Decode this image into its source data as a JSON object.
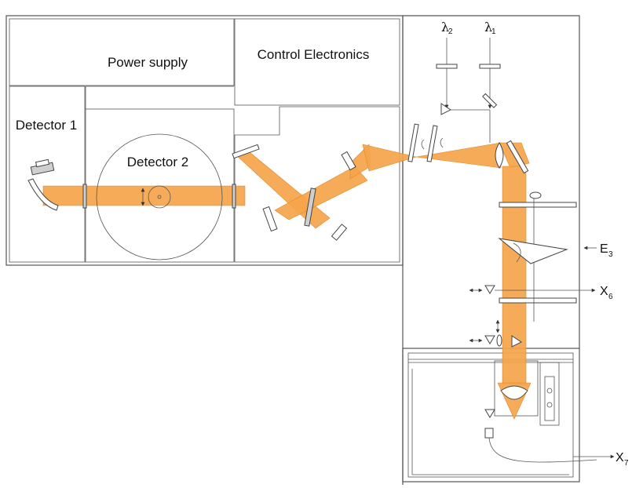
{
  "rooms": {
    "power_supply": "Power supply",
    "control_electronics": "Control Electronics",
    "detector1": "Detector 1",
    "detector2": "Detector 2"
  },
  "labels": {
    "lambda2": {
      "symbol": "λ",
      "sub": "2"
    },
    "lambda1": {
      "symbol": "λ",
      "sub": "1"
    },
    "e3": {
      "symbol": "E",
      "sub": "3"
    },
    "x6": {
      "symbol": "X",
      "sub": "6"
    },
    "x7": {
      "symbol": "X",
      "sub": "7"
    }
  },
  "colors": {
    "beam": "#f5a44a",
    "beam_edge": "#e08a28",
    "wall": "#555555"
  }
}
